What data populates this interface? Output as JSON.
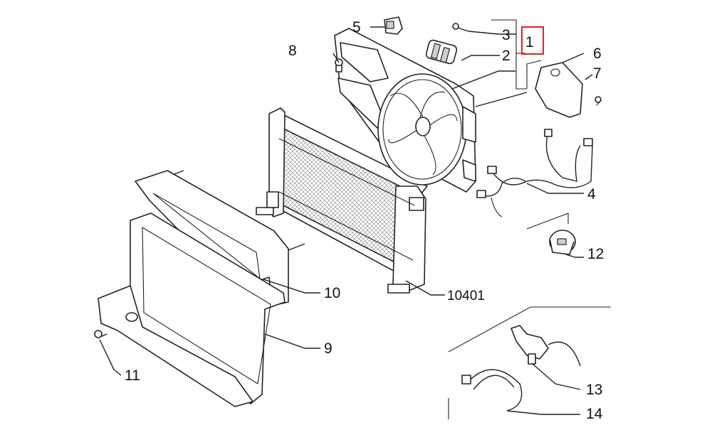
{
  "callouts": [
    {
      "id": "1",
      "text": "1",
      "highlight": true
    },
    {
      "id": "2",
      "text": "2"
    },
    {
      "id": "3",
      "text": "3"
    },
    {
      "id": "4",
      "text": "4"
    },
    {
      "id": "5",
      "text": "5"
    },
    {
      "id": "6",
      "text": "6"
    },
    {
      "id": "7",
      "text": "7"
    },
    {
      "id": "8",
      "text": "8"
    },
    {
      "id": "9",
      "text": "9"
    },
    {
      "id": "10",
      "text": "10"
    },
    {
      "id": "11",
      "text": "11"
    },
    {
      "id": "12",
      "text": "12"
    },
    {
      "id": "13",
      "text": "13"
    },
    {
      "id": "14",
      "text": "14"
    },
    {
      "id": "10401",
      "text": "10401"
    }
  ],
  "colors": {
    "line": "#222222",
    "highlight_box": "#d9232a",
    "background": "#ffffff"
  }
}
